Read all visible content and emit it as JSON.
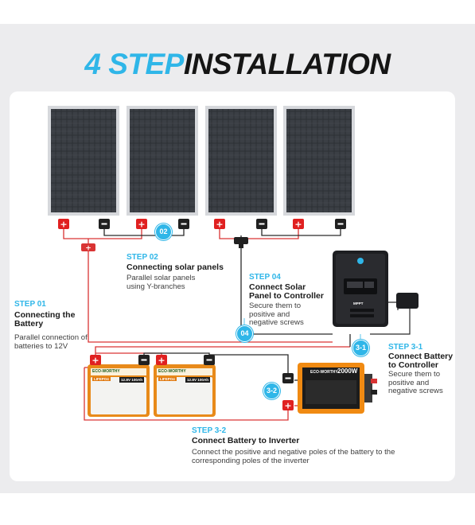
{
  "headline": {
    "accent": "4 STEP",
    "rest": "INSTALLATION"
  },
  "steps": {
    "s01": {
      "label": "STEP 01",
      "title": "Connecting the Battery",
      "desc": "Parallel connection of batteries to 12V"
    },
    "s02": {
      "label": "STEP 02",
      "title": "Connecting solar panels",
      "desc": "Parallel solar panels using Y-branches"
    },
    "s04": {
      "label": "STEP 04",
      "title": "Connect Solar Panel to Controller",
      "desc": "Secure them to positive and negative screws"
    },
    "s31": {
      "label": "STEP 3-1",
      "title": "Connect Battery to Controller",
      "desc": "Secure them to positive and negative screws"
    },
    "s32": {
      "label": "STEP 3-2",
      "title": "Connect Battery to Inverter",
      "desc": "Connect the positive and negative poles of the battery to the corresponding poles of the inverter"
    }
  },
  "badges": {
    "b02": "02",
    "b04": "04",
    "b31": "3-1",
    "b32": "3-2"
  },
  "battery": {
    "brand": "ECO-WORTHY",
    "chemistry": "LIFEPO4",
    "rating": "12.8V 100Ah"
  },
  "inverter": {
    "brand": "ECO-WORTHY",
    "power": "2000W"
  },
  "controller": {
    "label": "MPPT"
  },
  "colors": {
    "accent": "#2fb6e8",
    "positive": "#e02020",
    "negative": "#202020",
    "wire_red": "#d93434",
    "wire_dark": "#2a2a2a",
    "battery": "#e88a1a",
    "inverter": "#f08a12"
  }
}
